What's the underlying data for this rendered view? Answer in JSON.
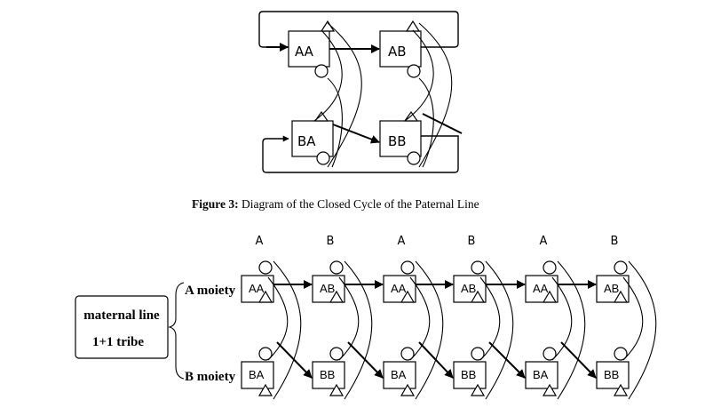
{
  "figure3": {
    "caption_label": "Figure 3:",
    "caption_text": " Diagram of the Closed Cycle of the Paternal Line",
    "nodes": [
      "AA",
      "AB",
      "BA",
      "BB"
    ]
  },
  "figure4": {
    "column_headers": [
      "A",
      "B",
      "A",
      "B",
      "A",
      "B"
    ],
    "top_row": [
      "AA",
      "AB",
      "AA",
      "AB",
      "AA",
      "AB"
    ],
    "bottom_row": [
      "BA",
      "BB",
      "BA",
      "BB",
      "BA",
      "BB"
    ],
    "maternal_box": [
      "maternal line",
      "1+1 tribe"
    ],
    "row_labels": [
      "A moiety",
      "B moiety"
    ]
  }
}
